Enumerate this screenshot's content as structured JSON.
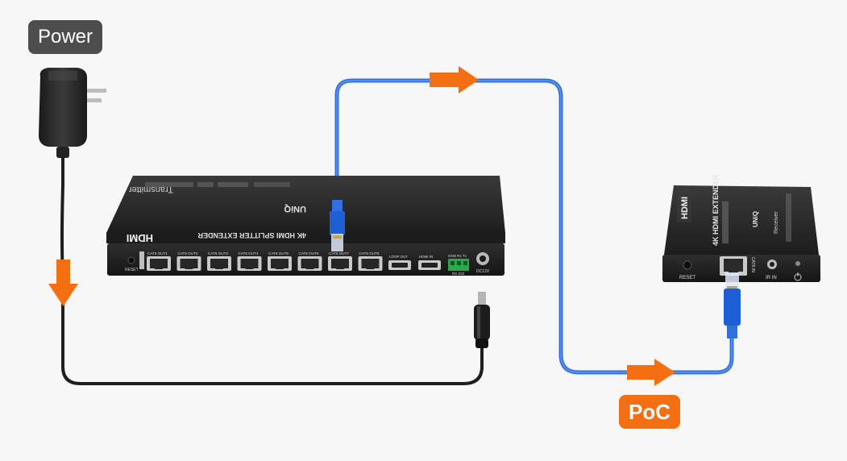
{
  "labels": {
    "power": "Power",
    "poc": "PoC"
  },
  "colors": {
    "background": "#f7f7f7",
    "arrow": "#f36f12",
    "cable_blue": "#2f6fe0",
    "power_cable": "#1e1e1e",
    "device_body": "#262626",
    "port_silver": "#c9c9c9",
    "terminal_green": "#2aa84a"
  },
  "transmitter": {
    "brand": "HDMI",
    "model": "4K HDMI SPLITTER EXTENDER",
    "subtitle": "Transmitter",
    "logo": "UNiQ",
    "reset_label": "RESET",
    "ports": [
      "CAT6 OUT1",
      "CAT6 OUT2",
      "CAT6 OUT3",
      "CAT6 OUT4",
      "CAT6 OUT5",
      "CAT6 OUT6",
      "CAT6 OUT7",
      "CAT6 OUT8"
    ],
    "loop_out": "LOOP OUT",
    "hdmi_in": "HDMI IN",
    "rs232_pins": "GND Rx Tx",
    "rs232_label": "RS-232",
    "dc_label": "DC12V"
  },
  "receiver": {
    "brand": "HDMI",
    "model": "4K HDMI EXTENDER",
    "subtitle": "Receiver",
    "logo": "UNiQ",
    "reset_label": "RESET",
    "cat6_in": "CAT6 IN",
    "ir_in": "IR IN"
  }
}
